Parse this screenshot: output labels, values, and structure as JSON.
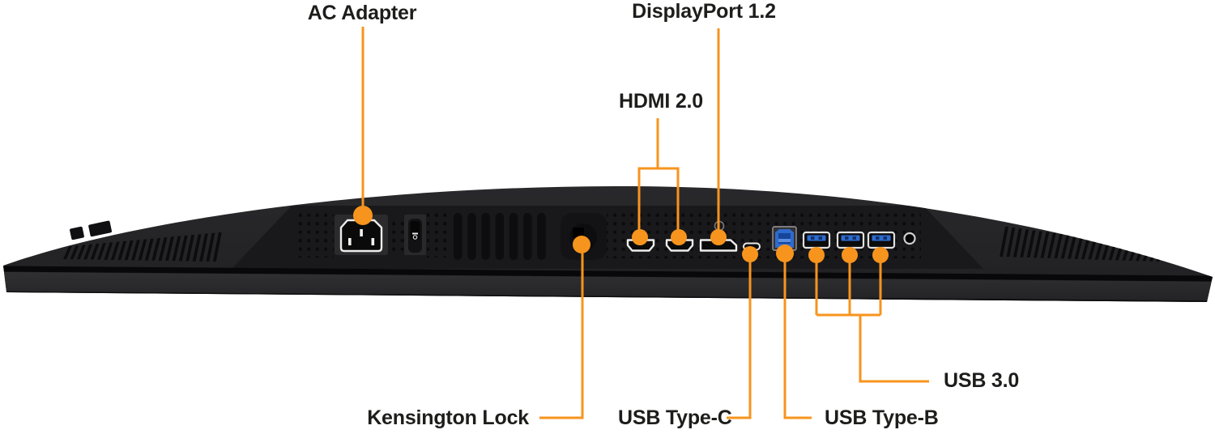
{
  "title": "Monitor bottom ports callout diagram",
  "labels": {
    "ac_adapter": "AC Adapter",
    "displayport": "DisplayPort 1.2",
    "hdmi": "HDMI 2.0",
    "kensington": "Kensington Lock",
    "usb_c": "USB Type-C",
    "usb_b": "USB Type-B",
    "usb3": "USB 3.0"
  },
  "ports": [
    "ac-inlet-icon",
    "power-switch-icon",
    "kensington-slot-icon",
    "hdmi-port-icon",
    "hdmi-port-icon",
    "displayport-icon",
    "usb-c-port-icon",
    "usb-b-port-icon",
    "usb-a-port-icon",
    "usb-a-port-icon",
    "usb-a-port-icon",
    "audio-jack-icon"
  ],
  "colors": {
    "callout_orange": "#F7941D",
    "label_text": "#1D1D1B",
    "usb_blue": "#2F6BCE",
    "monitor_body": "#242427",
    "background": "#FFFFFF"
  }
}
